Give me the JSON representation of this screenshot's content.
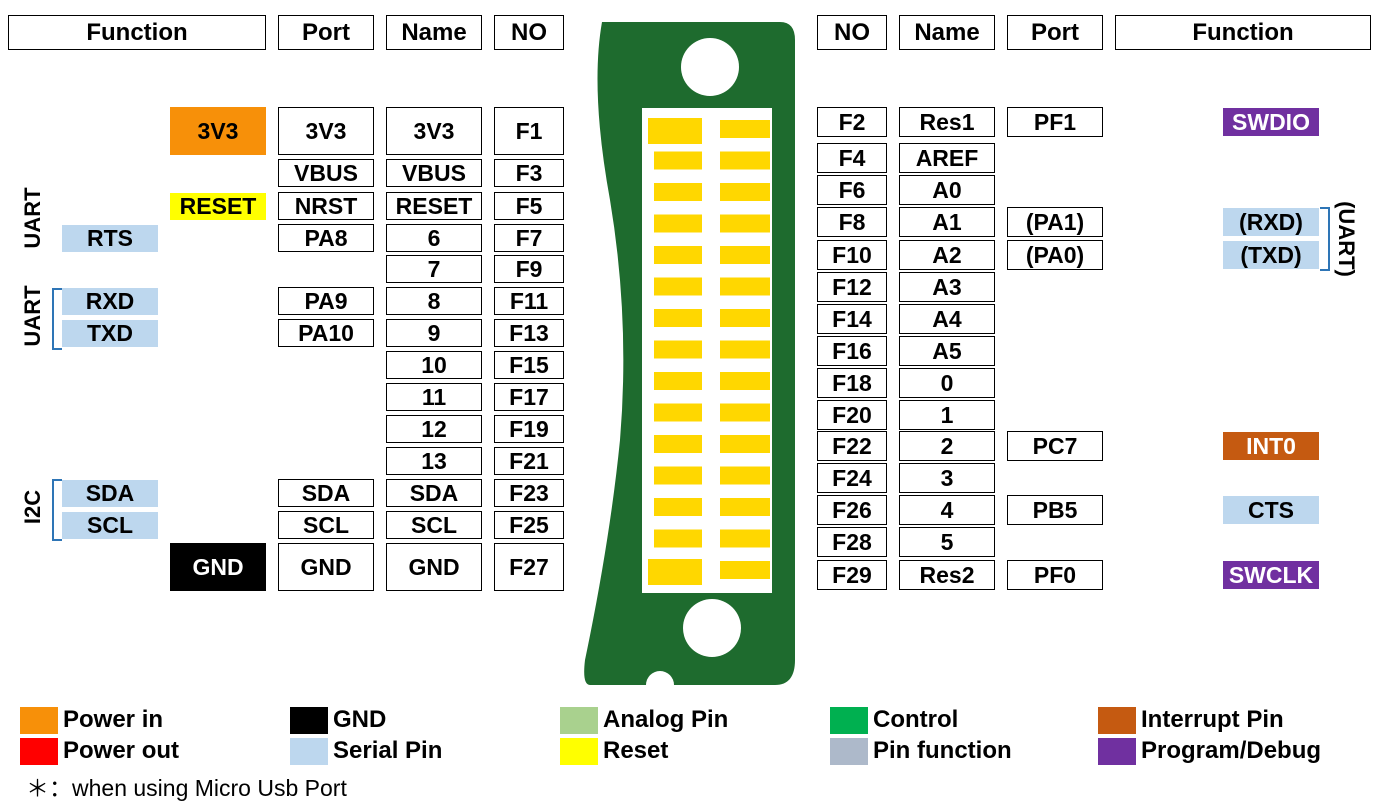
{
  "headers": {
    "left": {
      "function": "Function",
      "port": "Port",
      "name": "Name",
      "no": "NO"
    },
    "right": {
      "no": "NO",
      "name": "Name",
      "port": "Port",
      "function": "Function"
    }
  },
  "left_pins": [
    {
      "no": "F1",
      "name": "3V3",
      "port": "3V3",
      "function": "3V3",
      "function_type": "power"
    },
    {
      "no": "F3",
      "name": "VBUS",
      "port": "VBUS",
      "function": "",
      "function_type": ""
    },
    {
      "no": "F5",
      "name": "RESET",
      "port": "NRST",
      "function": "RESET",
      "function_type": "reset"
    },
    {
      "no": "F7",
      "name": "6",
      "port": "PA8",
      "function": "RTS",
      "function_type": "serial"
    },
    {
      "no": "F9",
      "name": "7",
      "port": "",
      "function": "",
      "function_type": ""
    },
    {
      "no": "F11",
      "name": "8",
      "port": "PA9",
      "function": "RXD",
      "function_type": "serial"
    },
    {
      "no": "F13",
      "name": "9",
      "port": "PA10",
      "function": "TXD",
      "function_type": "serial"
    },
    {
      "no": "F15",
      "name": "10",
      "port": "",
      "function": "",
      "function_type": ""
    },
    {
      "no": "F17",
      "name": "11",
      "port": "",
      "function": "",
      "function_type": ""
    },
    {
      "no": "F19",
      "name": "12",
      "port": "",
      "function": "",
      "function_type": ""
    },
    {
      "no": "F21",
      "name": "13",
      "port": "",
      "function": "",
      "function_type": ""
    },
    {
      "no": "F23",
      "name": "SDA",
      "port": "SDA",
      "function": "SDA",
      "function_type": "serial"
    },
    {
      "no": "F25",
      "name": "SCL",
      "port": "SCL",
      "function": "SCL",
      "function_type": "serial"
    },
    {
      "no": "F27",
      "name": "GND",
      "port": "GND",
      "function": "GND",
      "function_type": "gnd"
    }
  ],
  "right_pins": [
    {
      "no": "F2",
      "name": "Res1",
      "port": "PF1",
      "function": "SWDIO",
      "function_type": "prog"
    },
    {
      "no": "F4",
      "name": "AREF",
      "port": "",
      "function": "",
      "function_type": ""
    },
    {
      "no": "F6",
      "name": "A0",
      "port": "",
      "function": "",
      "function_type": ""
    },
    {
      "no": "F8",
      "name": "A1",
      "port": "(PA1)",
      "function": "(RXD)",
      "function_type": "serial"
    },
    {
      "no": "F10",
      "name": "A2",
      "port": "(PA0)",
      "function": "(TXD)",
      "function_type": "serial"
    },
    {
      "no": "F12",
      "name": "A3",
      "port": "",
      "function": "",
      "function_type": ""
    },
    {
      "no": "F14",
      "name": "A4",
      "port": "",
      "function": "",
      "function_type": ""
    },
    {
      "no": "F16",
      "name": "A5",
      "port": "",
      "function": "",
      "function_type": ""
    },
    {
      "no": "F18",
      "name": "0",
      "port": "",
      "function": "",
      "function_type": ""
    },
    {
      "no": "F20",
      "name": "1",
      "port": "",
      "function": "",
      "function_type": ""
    },
    {
      "no": "F22",
      "name": "2",
      "port": "PC7",
      "function": "INT0",
      "function_type": "intr"
    },
    {
      "no": "F24",
      "name": "3",
      "port": "",
      "function": "",
      "function_type": ""
    },
    {
      "no": "F26",
      "name": "4",
      "port": "PB5",
      "function": "CTS",
      "function_type": "serial"
    },
    {
      "no": "F28",
      "name": "5",
      "port": "",
      "function": "",
      "function_type": ""
    },
    {
      "no": "F29",
      "name": "Res2",
      "port": "PF0",
      "function": "SWCLK",
      "function_type": "prog"
    }
  ],
  "group_labels": {
    "uart_top": "UART",
    "uart_mid": "UART",
    "i2c": "I2C",
    "uart_right": "(UART)"
  },
  "legend": [
    {
      "label": "Power in",
      "color": "#f79009"
    },
    {
      "label": "GND",
      "color": "#000000"
    },
    {
      "label": "Analog Pin",
      "color": "#a9d18e"
    },
    {
      "label": "Control",
      "color": "#00b050"
    },
    {
      "label": "Interrupt Pin",
      "color": "#c55a11"
    },
    {
      "label": "Power out",
      "color": "#ff0000"
    },
    {
      "label": "Serial Pin",
      "color": "#bdd7ee"
    },
    {
      "label": "Reset",
      "color": "#ffff00"
    },
    {
      "label": "Pin function",
      "color": "#adb9ca"
    },
    {
      "label": "Program/Debug",
      "color": "#7030a0"
    }
  ],
  "note": "＊：when using Micro Usb Port",
  "colors": {
    "board": "#1e6b2e",
    "pad": "#ffd700",
    "serial": "#bdd7ee",
    "prog": "#7030a0",
    "intr": "#c55a11",
    "power": "#f79009",
    "reset": "#ffff00",
    "bracket": "#2e75b6"
  }
}
